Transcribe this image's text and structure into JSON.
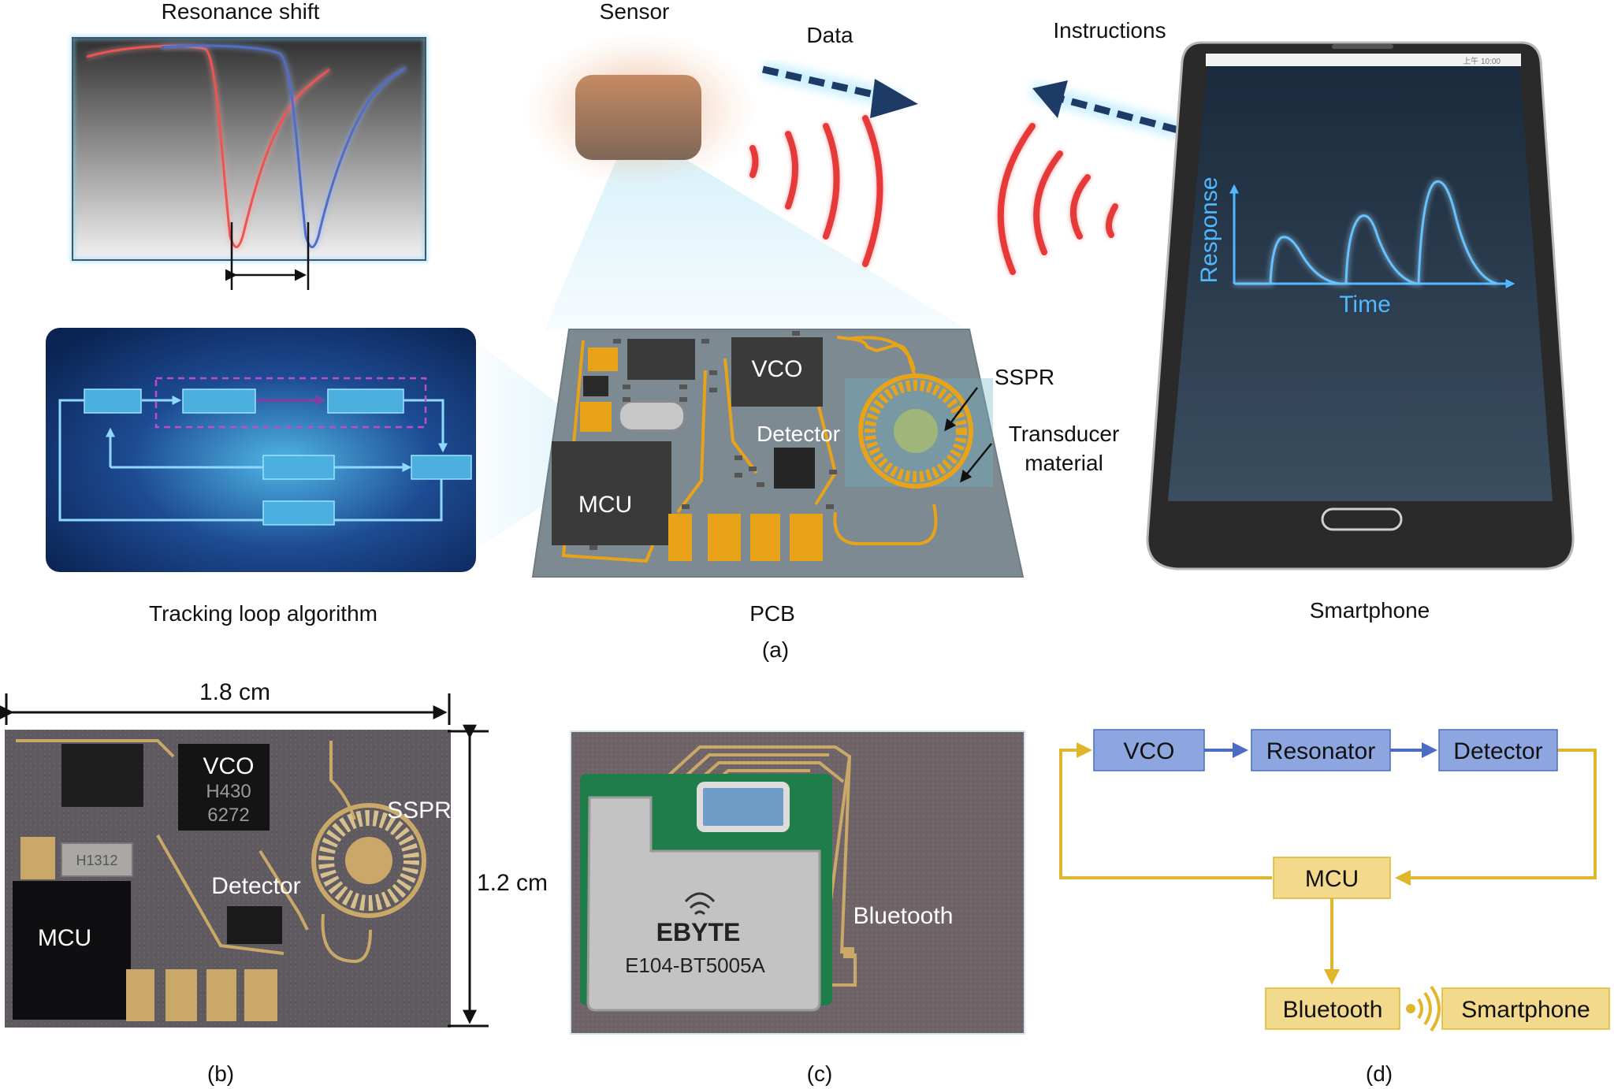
{
  "panel_a": {
    "resonance_title": "Resonance shift",
    "sensor_label": "Sensor",
    "data_label": "Data",
    "instructions_label": "Instructions",
    "pcb_chips": {
      "vco": "VCO",
      "detector": "Detector",
      "mcu": "MCU"
    },
    "sspr_label": "SSPR",
    "transducer_label_line1": "Transducer",
    "transducer_label_line2": "material",
    "phone_axis_y": "Response",
    "phone_axis_x": "Time",
    "phone_status": "上午 10:00",
    "caption_tracking": "Tracking loop algorithm",
    "caption_pcb": "PCB",
    "caption_smartphone": "Smartphone",
    "panel_letter": "(a)"
  },
  "panel_b": {
    "width_dim": "1.8 cm",
    "height_dim": "1.2 cm",
    "vco": "VCO",
    "chip_code_1": "H430",
    "chip_code_2": "6272",
    "sspr": "SSPR",
    "detector": "Detector",
    "mcu": "MCU",
    "crystal_code": "H1312",
    "panel_letter": "(b)"
  },
  "panel_c": {
    "brand": "EBYTE",
    "model": "E104-BT5005A",
    "bluetooth": "Bluetooth",
    "panel_letter": "(c)"
  },
  "panel_d": {
    "vco": "VCO",
    "resonator": "Resonator",
    "detector": "Detector",
    "mcu": "MCU",
    "bluetooth": "Bluetooth",
    "smartphone": "Smartphone",
    "panel_letter": "(d)"
  },
  "colors": {
    "blue_box": "#8ea6df",
    "blue_border": "#4a6cc2",
    "gold_box": "#f2d98c",
    "gold_line": "#e0b62c",
    "arrow_navy": "#1e3a66",
    "wave_red": "#e63a3a",
    "curve_red": "#e53935",
    "curve_blue": "#3d4faf",
    "pcb_gray": "#7d8a92",
    "trace_gold": "#e8a319",
    "phone_screen": "#22344a",
    "graph_cyan": "#4fb8ff"
  }
}
